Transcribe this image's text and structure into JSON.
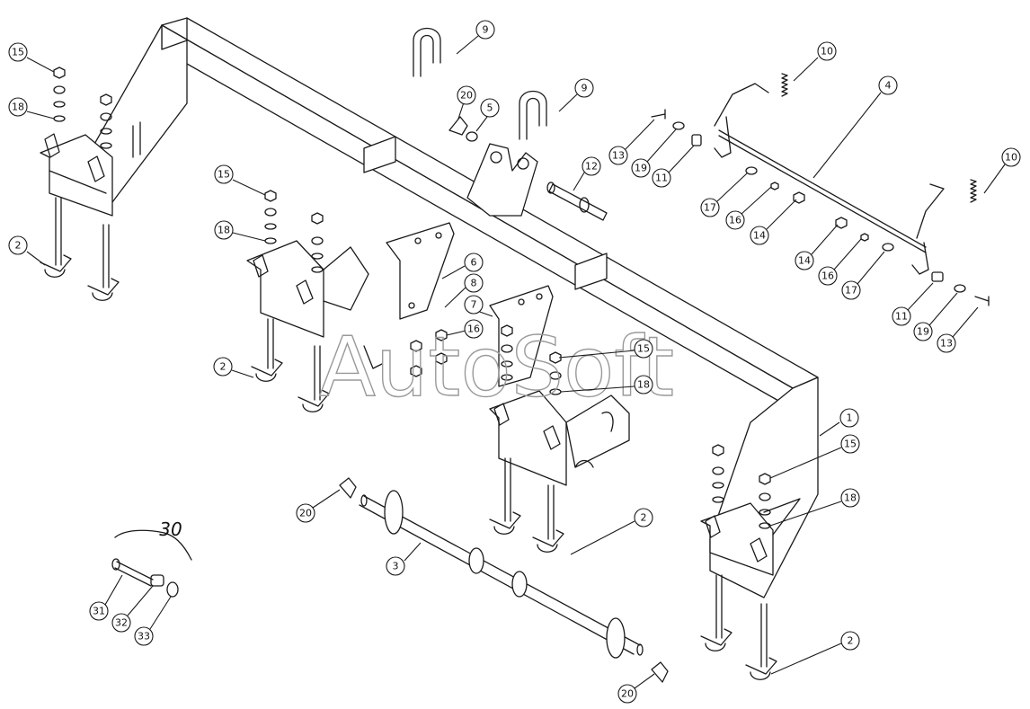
{
  "watermark": "AutoSoft",
  "group_label": "30",
  "callouts": [
    {
      "n": "1"
    },
    {
      "n": "2"
    },
    {
      "n": "2"
    },
    {
      "n": "2"
    },
    {
      "n": "2"
    },
    {
      "n": "3"
    },
    {
      "n": "4"
    },
    {
      "n": "5"
    },
    {
      "n": "6"
    },
    {
      "n": "7"
    },
    {
      "n": "8"
    },
    {
      "n": "9"
    },
    {
      "n": "9"
    },
    {
      "n": "10"
    },
    {
      "n": "10"
    },
    {
      "n": "11"
    },
    {
      "n": "11"
    },
    {
      "n": "12"
    },
    {
      "n": "13"
    },
    {
      "n": "13"
    },
    {
      "n": "14"
    },
    {
      "n": "14"
    },
    {
      "n": "15"
    },
    {
      "n": "15"
    },
    {
      "n": "15"
    },
    {
      "n": "15"
    },
    {
      "n": "16"
    },
    {
      "n": "16"
    },
    {
      "n": "16"
    },
    {
      "n": "17"
    },
    {
      "n": "17"
    },
    {
      "n": "18"
    },
    {
      "n": "18"
    },
    {
      "n": "18"
    },
    {
      "n": "18"
    },
    {
      "n": "19"
    },
    {
      "n": "19"
    },
    {
      "n": "20"
    },
    {
      "n": "20"
    },
    {
      "n": "20"
    },
    {
      "n": "31"
    },
    {
      "n": "32"
    },
    {
      "n": "33"
    }
  ]
}
